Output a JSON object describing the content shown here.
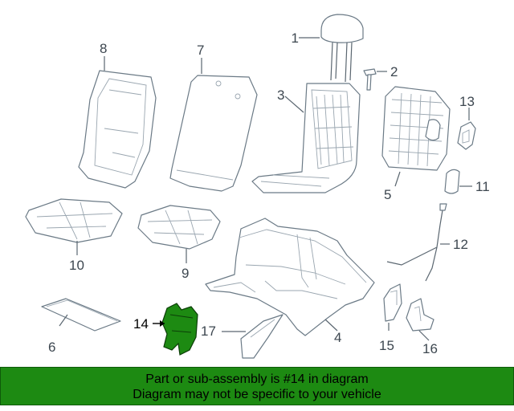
{
  "diagram": {
    "callouts": [
      "1",
      "2",
      "3",
      "4",
      "5",
      "6",
      "7",
      "8",
      "9",
      "10",
      "11",
      "12",
      "13",
      "14",
      "15",
      "16",
      "17"
    ],
    "highlighted_part": "14",
    "highlight_color": "#1d8a12"
  },
  "banner": {
    "line1": "Part or sub-assembly is #14 in diagram",
    "line2": "Diagram may not be specific to your vehicle",
    "background": "#1d8a12"
  }
}
